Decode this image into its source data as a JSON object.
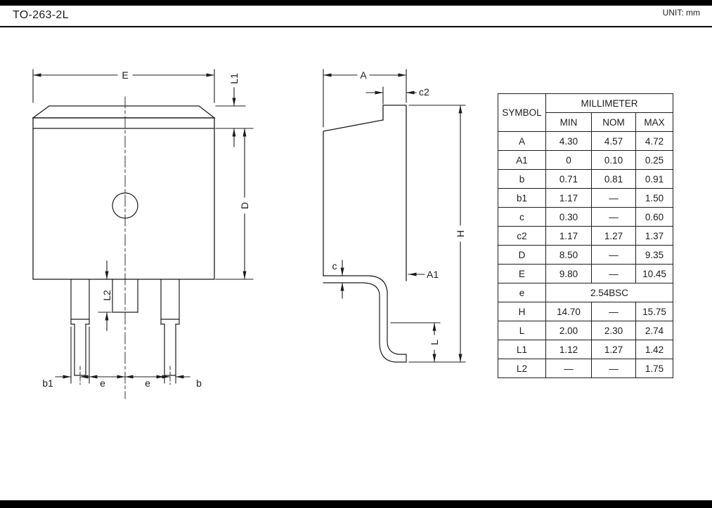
{
  "header": {
    "title": "TO-263-2L",
    "unit_label": "UNIT: mm"
  },
  "front_view": {
    "labels": {
      "E": "E",
      "L1": "L1",
      "D": "D",
      "L2": "L2",
      "b1": "b1",
      "e_left": "e",
      "e_right": "e",
      "b": "b"
    }
  },
  "side_view": {
    "labels": {
      "A": "A",
      "c2": "c2",
      "H": "H",
      "c": "c",
      "A1": "A1",
      "L": "L"
    }
  },
  "table": {
    "symbol_header": "SYMBOL",
    "unit_group_header": "MILLIMETER",
    "columns": [
      "MIN",
      "NOM",
      "MAX"
    ],
    "rows": [
      {
        "symbol": "A",
        "min": "4.30",
        "nom": "4.57",
        "max": "4.72"
      },
      {
        "symbol": "A1",
        "min": "0",
        "nom": "0.10",
        "max": "0.25"
      },
      {
        "symbol": "b",
        "min": "0.71",
        "nom": "0.81",
        "max": "0.91"
      },
      {
        "symbol": "b1",
        "min": "1.17",
        "nom": "—",
        "max": "1.50"
      },
      {
        "symbol": "c",
        "min": "0.30",
        "nom": "—",
        "max": "0.60"
      },
      {
        "symbol": "c2",
        "min": "1.17",
        "nom": "1.27",
        "max": "1.37"
      },
      {
        "symbol": "D",
        "min": "8.50",
        "nom": "—",
        "max": "9.35"
      },
      {
        "symbol": "E",
        "min": "9.80",
        "nom": "—",
        "max": "10.45"
      },
      {
        "symbol": "e",
        "span": "2.54BSC"
      },
      {
        "symbol": "H",
        "min": "14.70",
        "nom": "—",
        "max": "15.75"
      },
      {
        "symbol": "L",
        "min": "2.00",
        "nom": "2.30",
        "max": "2.74"
      },
      {
        "symbol": "L1",
        "min": "1.12",
        "nom": "1.27",
        "max": "1.42"
      },
      {
        "symbol": "L2",
        "min": "—",
        "nom": "—",
        "max": "1.75"
      }
    ]
  },
  "colors": {
    "line": "#1c1c1c",
    "frame": "#000000",
    "background": "#ffffff"
  }
}
